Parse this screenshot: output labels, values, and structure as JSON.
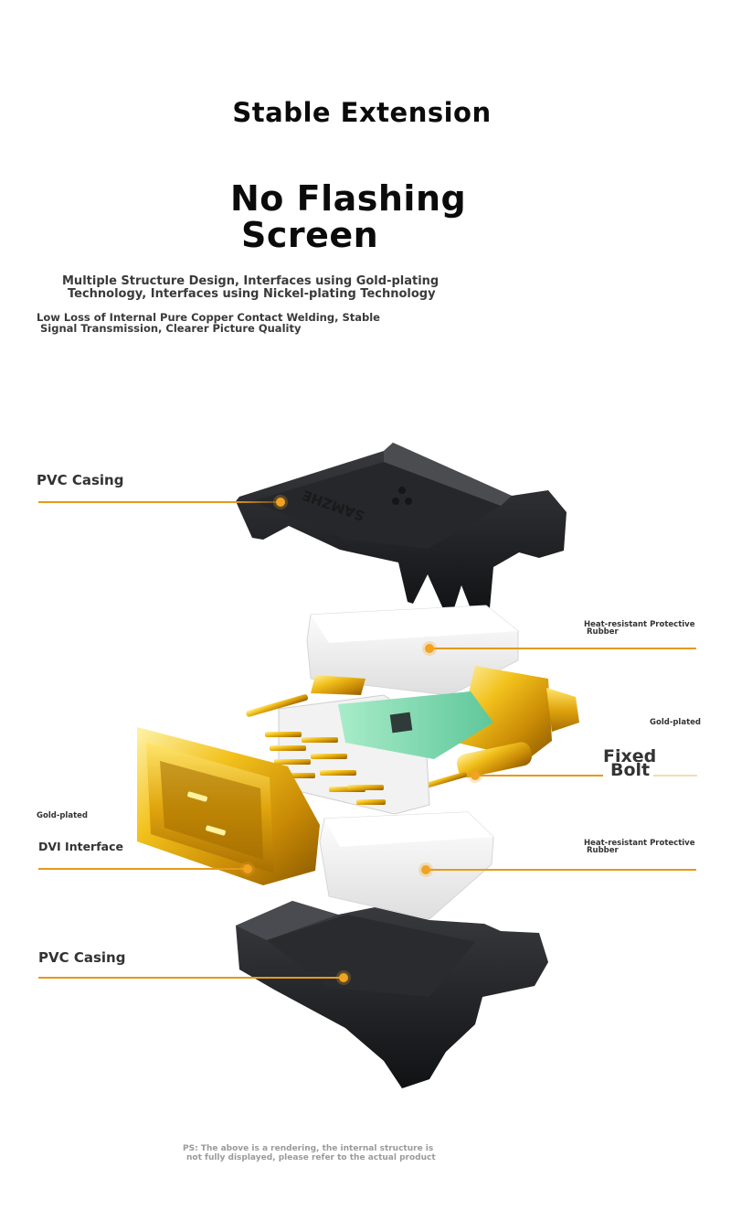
{
  "header": {
    "title": "Stable Extension",
    "subtitle_line1": "No Flashing",
    "subtitle_line2": "Screen",
    "desc1_line1": "Multiple Structure Design, Interfaces using Gold-plating",
    "desc1_line2": "Technology, Interfaces using Nickel-plating Technology",
    "desc2_line1": "Low Loss of Internal Pure Copper Contact Welding, Stable",
    "desc2_line2": "Signal Transmission, Clearer Picture Quality"
  },
  "product": {
    "brand_text": "SAMZHE"
  },
  "labels": {
    "pvc_top": "PVC Casing",
    "rubber_top_line1": "Heat-resistant Protective",
    "rubber_top_line2": "Rubber",
    "gold_plated_right": "Gold-plated",
    "fixed_bolt_line1": "Fixed",
    "fixed_bolt_line2": "Bolt",
    "gold_plated_left": "Gold-plated",
    "dvi_interface": "DVI Interface",
    "rubber_bottom_line1": "Heat-resistant Protective",
    "rubber_bottom_line2": "Rubber",
    "pvc_bottom": "PVC Casing"
  },
  "footer": {
    "note_line1": "PS: The above is a rendering, the internal structure is",
    "note_line2": "not fully displayed, please refer to the actual product"
  },
  "colors": {
    "accent": "#e39a1c",
    "casing": "#1c1d20",
    "gold": "#f2c11c",
    "rubber": "#f4f4f4",
    "pcb": "#7dd9ad"
  }
}
